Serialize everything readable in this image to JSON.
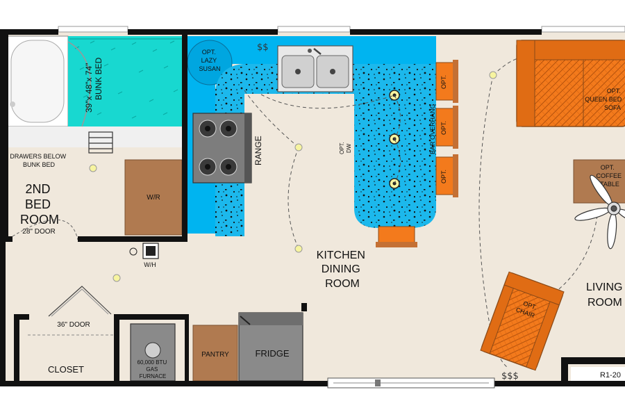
{
  "rooms": {
    "second_bed": {
      "line1": "2ND",
      "line2": "BED",
      "line3": "ROOM"
    },
    "kitchen": {
      "line1": "KITCHEN",
      "line2": "DINING",
      "line3": "ROOM"
    },
    "living": {
      "line1": "LIVING",
      "line2": "ROOM"
    },
    "closet": "CLOSET"
  },
  "labels": {
    "bunk_bed": {
      "line1": "39\"x 48\"x 74\"",
      "line2": "BUNK BED"
    },
    "drawers": {
      "line1": "DRAWERS BELOW",
      "line2": "BUNK BED"
    },
    "door_28": "28\" DOOR",
    "door_36": "36\" DOOR",
    "wr": "W/R",
    "wh": "W/H",
    "lazy_susan": {
      "line1": "OPT.",
      "line2": "LAZY",
      "line3": "SUSAN"
    },
    "range": "RANGE",
    "opt_dw": {
      "line1": "OPT.",
      "line2": "DW"
    },
    "bar_overhang": "BAR OVERHANG",
    "opt_stool": "OPT.",
    "sofa": {
      "line1": "OPT.",
      "line2": "QUEEN BED",
      "line3": "SOFA"
    },
    "coffee_table": {
      "line1": "OPT.",
      "line2": "COFFEE",
      "line3": "TABLE"
    },
    "chair": {
      "line1": "OPT.",
      "line2": "CHAIR"
    },
    "furnace": {
      "line1": "60,000 BTU",
      "line2": "GAS",
      "line3": "FURNACE"
    },
    "pantry": "PANTRY",
    "fridge": "FRIDGE",
    "model": "R1-20"
  },
  "colors": {
    "wall": "#111111",
    "floor": "#f0e8dc",
    "cabinet": "#00b4f0",
    "countertop": "#1cb8ec",
    "bunk": "#18d8d0",
    "wood": "#b07a50",
    "orange": "#f37a1c",
    "appliance": "#8a8a8a"
  }
}
